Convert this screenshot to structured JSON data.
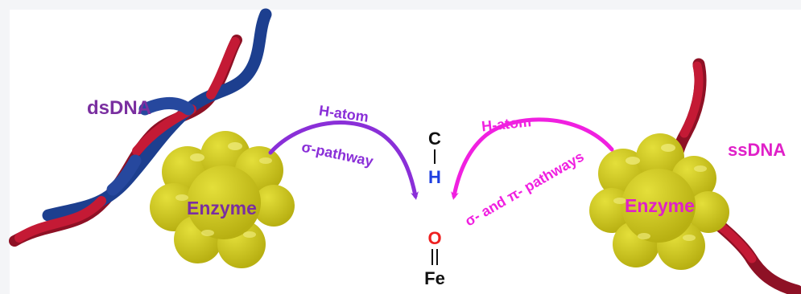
{
  "labels": {
    "dsdna": "dsDNA",
    "ssdna": "ssDNA",
    "enzyme_left": "Enzyme",
    "enzyme_right": "Enzyme",
    "h_atom_left": "H-atom",
    "sigma_pathway": "σ-pathway",
    "h_atom_right": "H-atom",
    "sigma_pi_pathways": "σ- and π- pathways"
  },
  "molecule": {
    "carbon": "C",
    "hydrogen": "H",
    "oxygen": "O",
    "iron": "Fe"
  },
  "colors": {
    "dsdna_label": "#7a2fa0",
    "ssdna_label": "#e020c8",
    "enzyme_fill": "#c9c31a",
    "left_arrow": "#8a2fd8",
    "right_arrow": "#f020e0",
    "strand_red": "#c41a35",
    "strand_blue": "#1d3f8f",
    "hydrogen": "#1f3fe0",
    "oxygen": "#ee2020"
  }
}
